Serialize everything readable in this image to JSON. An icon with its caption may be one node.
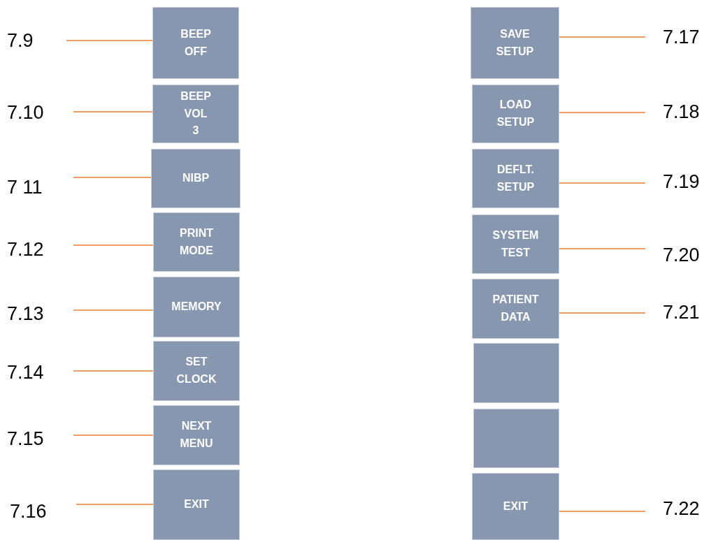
{
  "diagram": {
    "nodes": [
      {
        "text": [
          "7.9"
        ]
      },
      {
        "text": [
          "7.10"
        ]
      },
      {
        "text": [
          "7 11"
        ]
      },
      {
        "text": [
          "7.12"
        ]
      },
      {
        "text": [
          "7.13"
        ]
      },
      {
        "text": [
          "7.14"
        ]
      },
      {
        "text": [
          "7.15"
        ]
      },
      {
        "text": [
          "7.16"
        ]
      },
      {
        "text": [
          "BEEP OFF"
        ]
      },
      {
        "text": [
          "BEEP VOL 3"
        ]
      },
      {
        "text": [
          "NIBP"
        ]
      },
      {
        "text": [
          "PRINT MODE"
        ]
      },
      {
        "text": [
          "MEMORY"
        ]
      },
      {
        "text": [
          "SET CLOCK"
        ]
      },
      {
        "text": [
          "NEXT MENU"
        ]
      },
      {
        "text": [
          "EXIT"
        ]
      },
      {
        "text": [
          "SAVE SETUP"
        ]
      },
      {
        "text": [
          "LOAD SETUP"
        ]
      },
      {
        "text": [
          "DEFLT. SETUP"
        ]
      },
      {
        "text": [
          "SYSTEM TEST"
        ]
      },
      {
        "text": [
          "PATIENT DATA"
        ]
      },
      {
        "text": [],
        "shape": "box"
      },
      {
        "text": [],
        "shape": "box"
      },
      {
        "text": [
          "EXIT"
        ]
      },
      {
        "text": [
          "7.17"
        ]
      },
      {
        "text": [
          "7.18"
        ]
      },
      {
        "text": [
          "7.19"
        ]
      },
      {
        "text": [
          "7.20"
        ]
      },
      {
        "text": [
          "7.21"
        ]
      },
      {
        "text": [
          "7.22"
        ]
      }
    ],
    "edges": [
      {
        "from": 0,
        "to": 8,
        "arrow": "none"
      },
      {
        "from": 1,
        "to": 9,
        "arrow": "none"
      },
      {
        "from": 2,
        "to": 10,
        "arrow": "none"
      },
      {
        "from": 3,
        "to": 11,
        "arrow": "none"
      },
      {
        "from": 4,
        "to": 12,
        "arrow": "none"
      },
      {
        "from": 5,
        "to": 13,
        "arrow": "none"
      },
      {
        "from": 6,
        "to": 14,
        "arrow": "none"
      },
      {
        "from": 7,
        "to": 15,
        "arrow": "none"
      },
      {
        "from": 24,
        "to": 16,
        "arrow": "none"
      },
      {
        "from": 25,
        "to": 17,
        "arrow": "none"
      },
      {
        "from": 26,
        "to": 18,
        "arrow": "none"
      },
      {
        "from": 27,
        "to": 19,
        "arrow": "none"
      },
      {
        "from": 28,
        "to": 20,
        "arrow": "none"
      },
      {
        "from": 29,
        "to": 23,
        "arrow": "none"
      }
    ]
  }
}
